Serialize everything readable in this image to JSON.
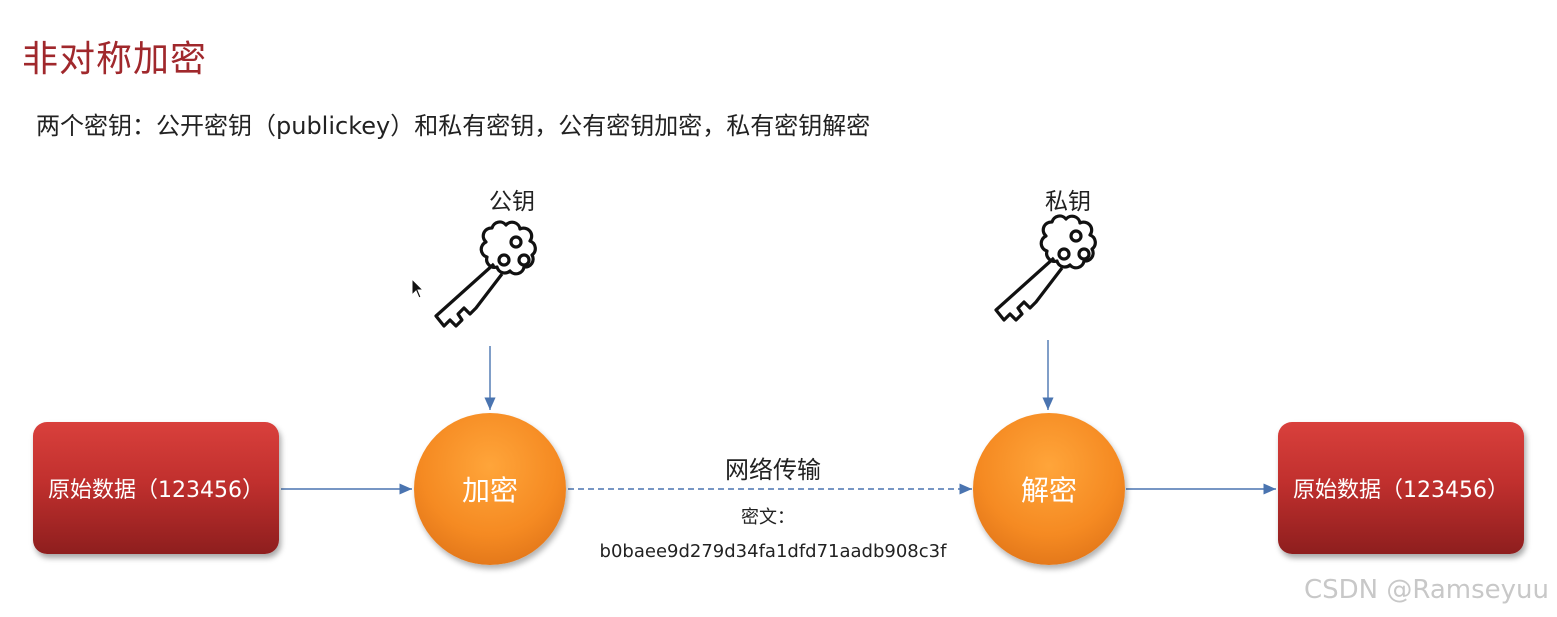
{
  "title": "非对称加密",
  "subtitle": "两个密钥：公开密钥（publickey）和私有密钥，公有密钥加密，私有密钥解密",
  "public_key": {
    "label": "公钥",
    "icon": "key-icon"
  },
  "private_key": {
    "label": "私钥",
    "icon": "key-icon"
  },
  "source_box": {
    "label": "原始数据（123456）"
  },
  "encrypt_node": {
    "label": "加密"
  },
  "decrypt_node": {
    "label": "解密"
  },
  "result_box": {
    "label": "原始数据（123456）"
  },
  "channel": {
    "label": "网络传输",
    "cipher_label": "密文：",
    "cipher_value": "b0baee9d279d34fa1dfd71aadb908c3f"
  },
  "colors": {
    "title": "#a0282c",
    "data_box": "#c1302e",
    "node": "#f58a22",
    "arrow": "#4a74b0"
  },
  "watermark": "CSDN @Ramseyuu"
}
